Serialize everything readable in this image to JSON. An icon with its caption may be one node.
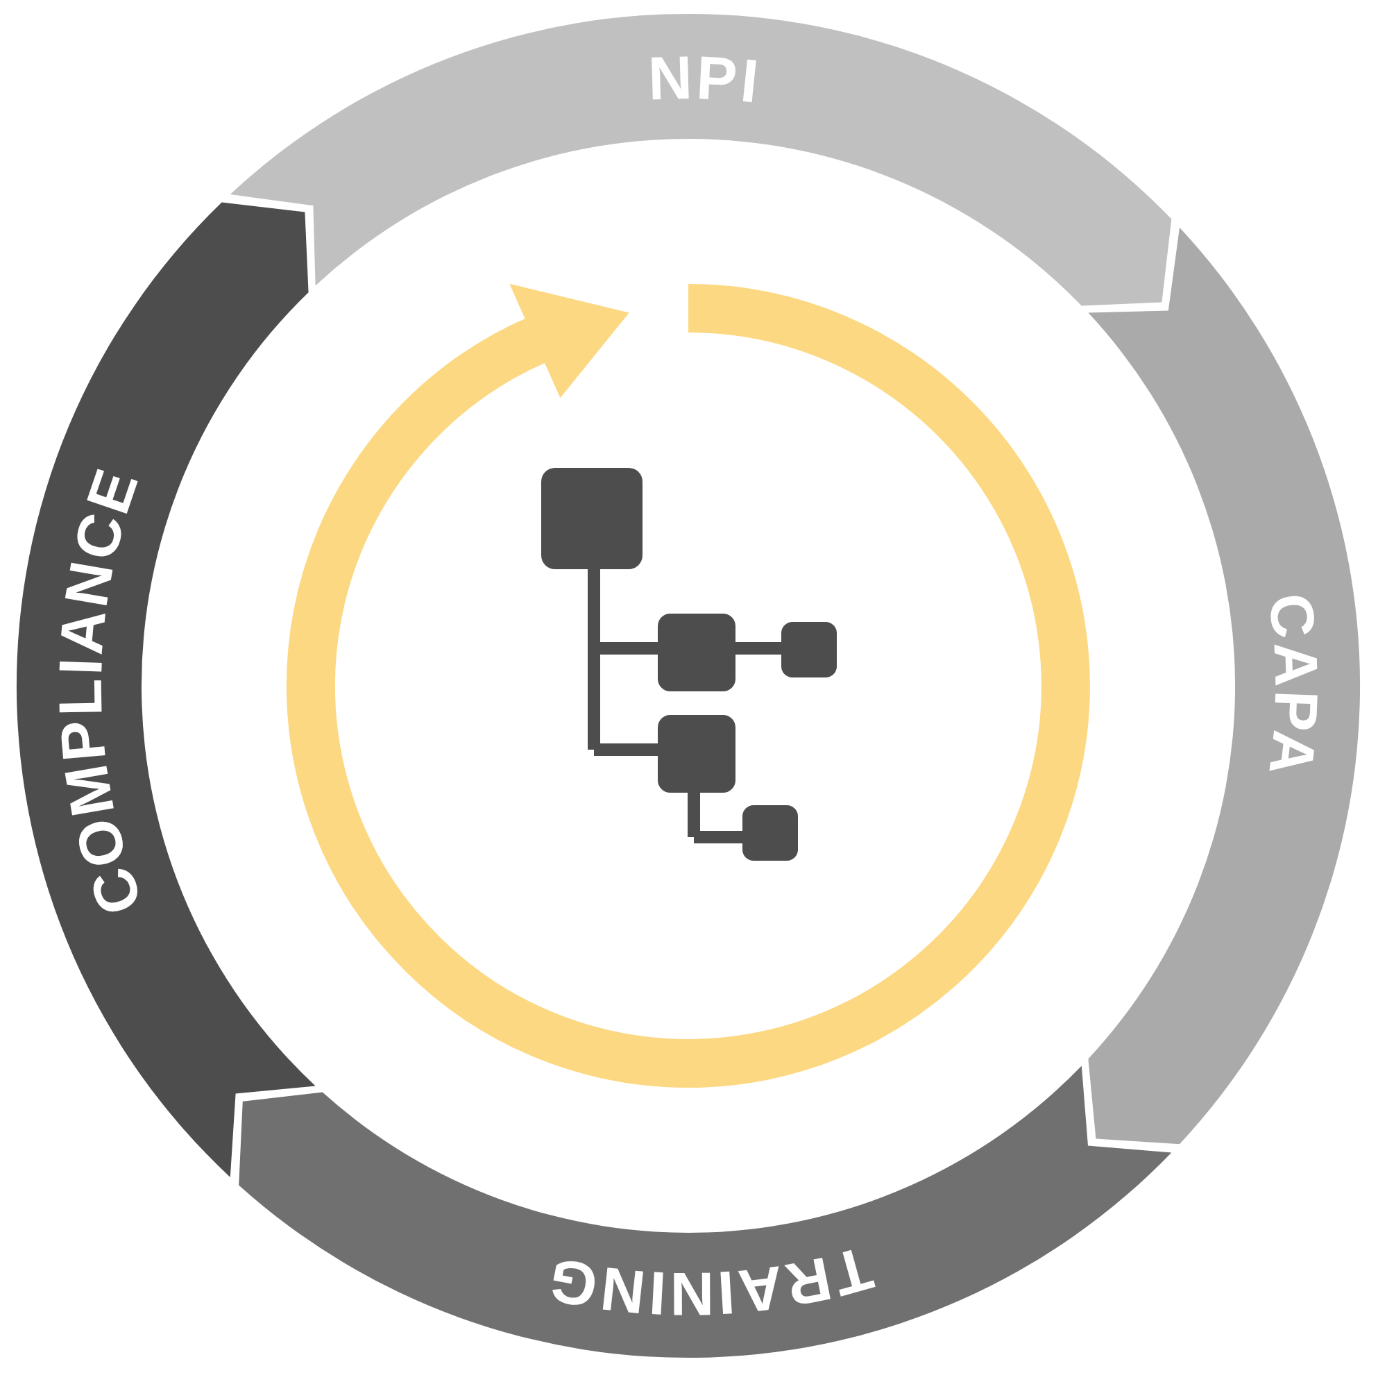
{
  "diagram": {
    "nodes": [
      {
        "text": [
          "NPI"
        ]
      },
      {
        "text": [
          "CAPA"
        ]
      },
      {
        "text": [
          "TRAINING"
        ]
      },
      {
        "text": [
          "COMPLIANCE"
        ]
      }
    ]
  }
}
